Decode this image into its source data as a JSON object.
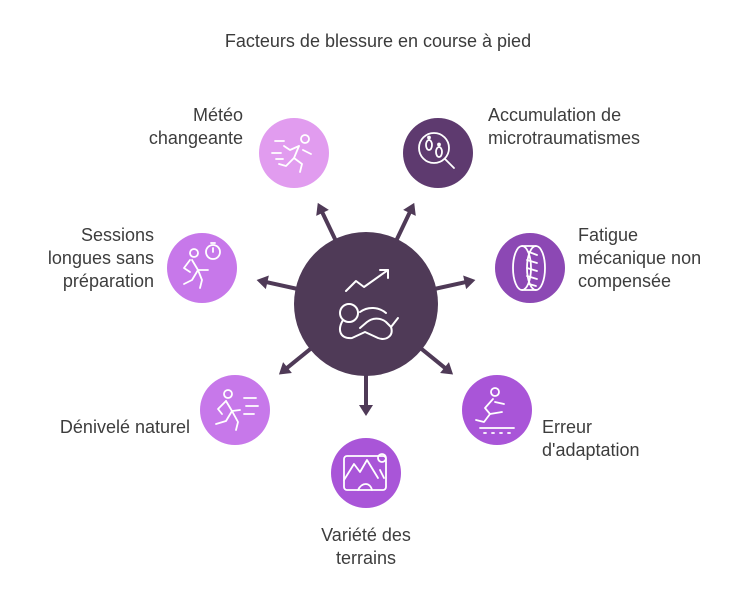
{
  "title": "Facteurs de blessure en course à pied",
  "colors": {
    "center": "#4f3a57",
    "light_pink": "#e19cef",
    "pink": "#c778ea",
    "purple": "#a955d8",
    "violet": "#8c48b4",
    "dark_purple": "#5e3a6f",
    "arrow": "#4f3a57"
  },
  "factors": [
    {
      "id": "meteo",
      "lines": [
        "Météo",
        "changeante"
      ],
      "icon": "running-in-wind-icon",
      "color": "light_pink"
    },
    {
      "id": "microtraumatismes",
      "lines": [
        "Accumulation de",
        "microtraumatismes"
      ],
      "icon": "magnifier-footprints-icon",
      "color": "dark_purple"
    },
    {
      "id": "sessions",
      "lines": [
        "Sessions",
        "longues sans",
        "préparation"
      ],
      "icon": "runner-stopwatch-icon",
      "color": "pink"
    },
    {
      "id": "fatigue",
      "lines": [
        "Fatigue",
        "mécanique non",
        "compensée"
      ],
      "icon": "tire-icon",
      "color": "violet"
    },
    {
      "id": "denivele",
      "lines": [
        "Dénivelé naturel"
      ],
      "icon": "runner-speed-icon",
      "color": "pink"
    },
    {
      "id": "adaptation",
      "lines": [
        "Erreur",
        "d'adaptation"
      ],
      "icon": "jumping-athlete-icon",
      "color": "purple"
    },
    {
      "id": "terrains",
      "lines": [
        "Variété des",
        "terrains"
      ],
      "icon": "mountain-terrain-icon",
      "color": "purple"
    }
  ],
  "center_icon": "fallen-runner-rising-chart-icon"
}
